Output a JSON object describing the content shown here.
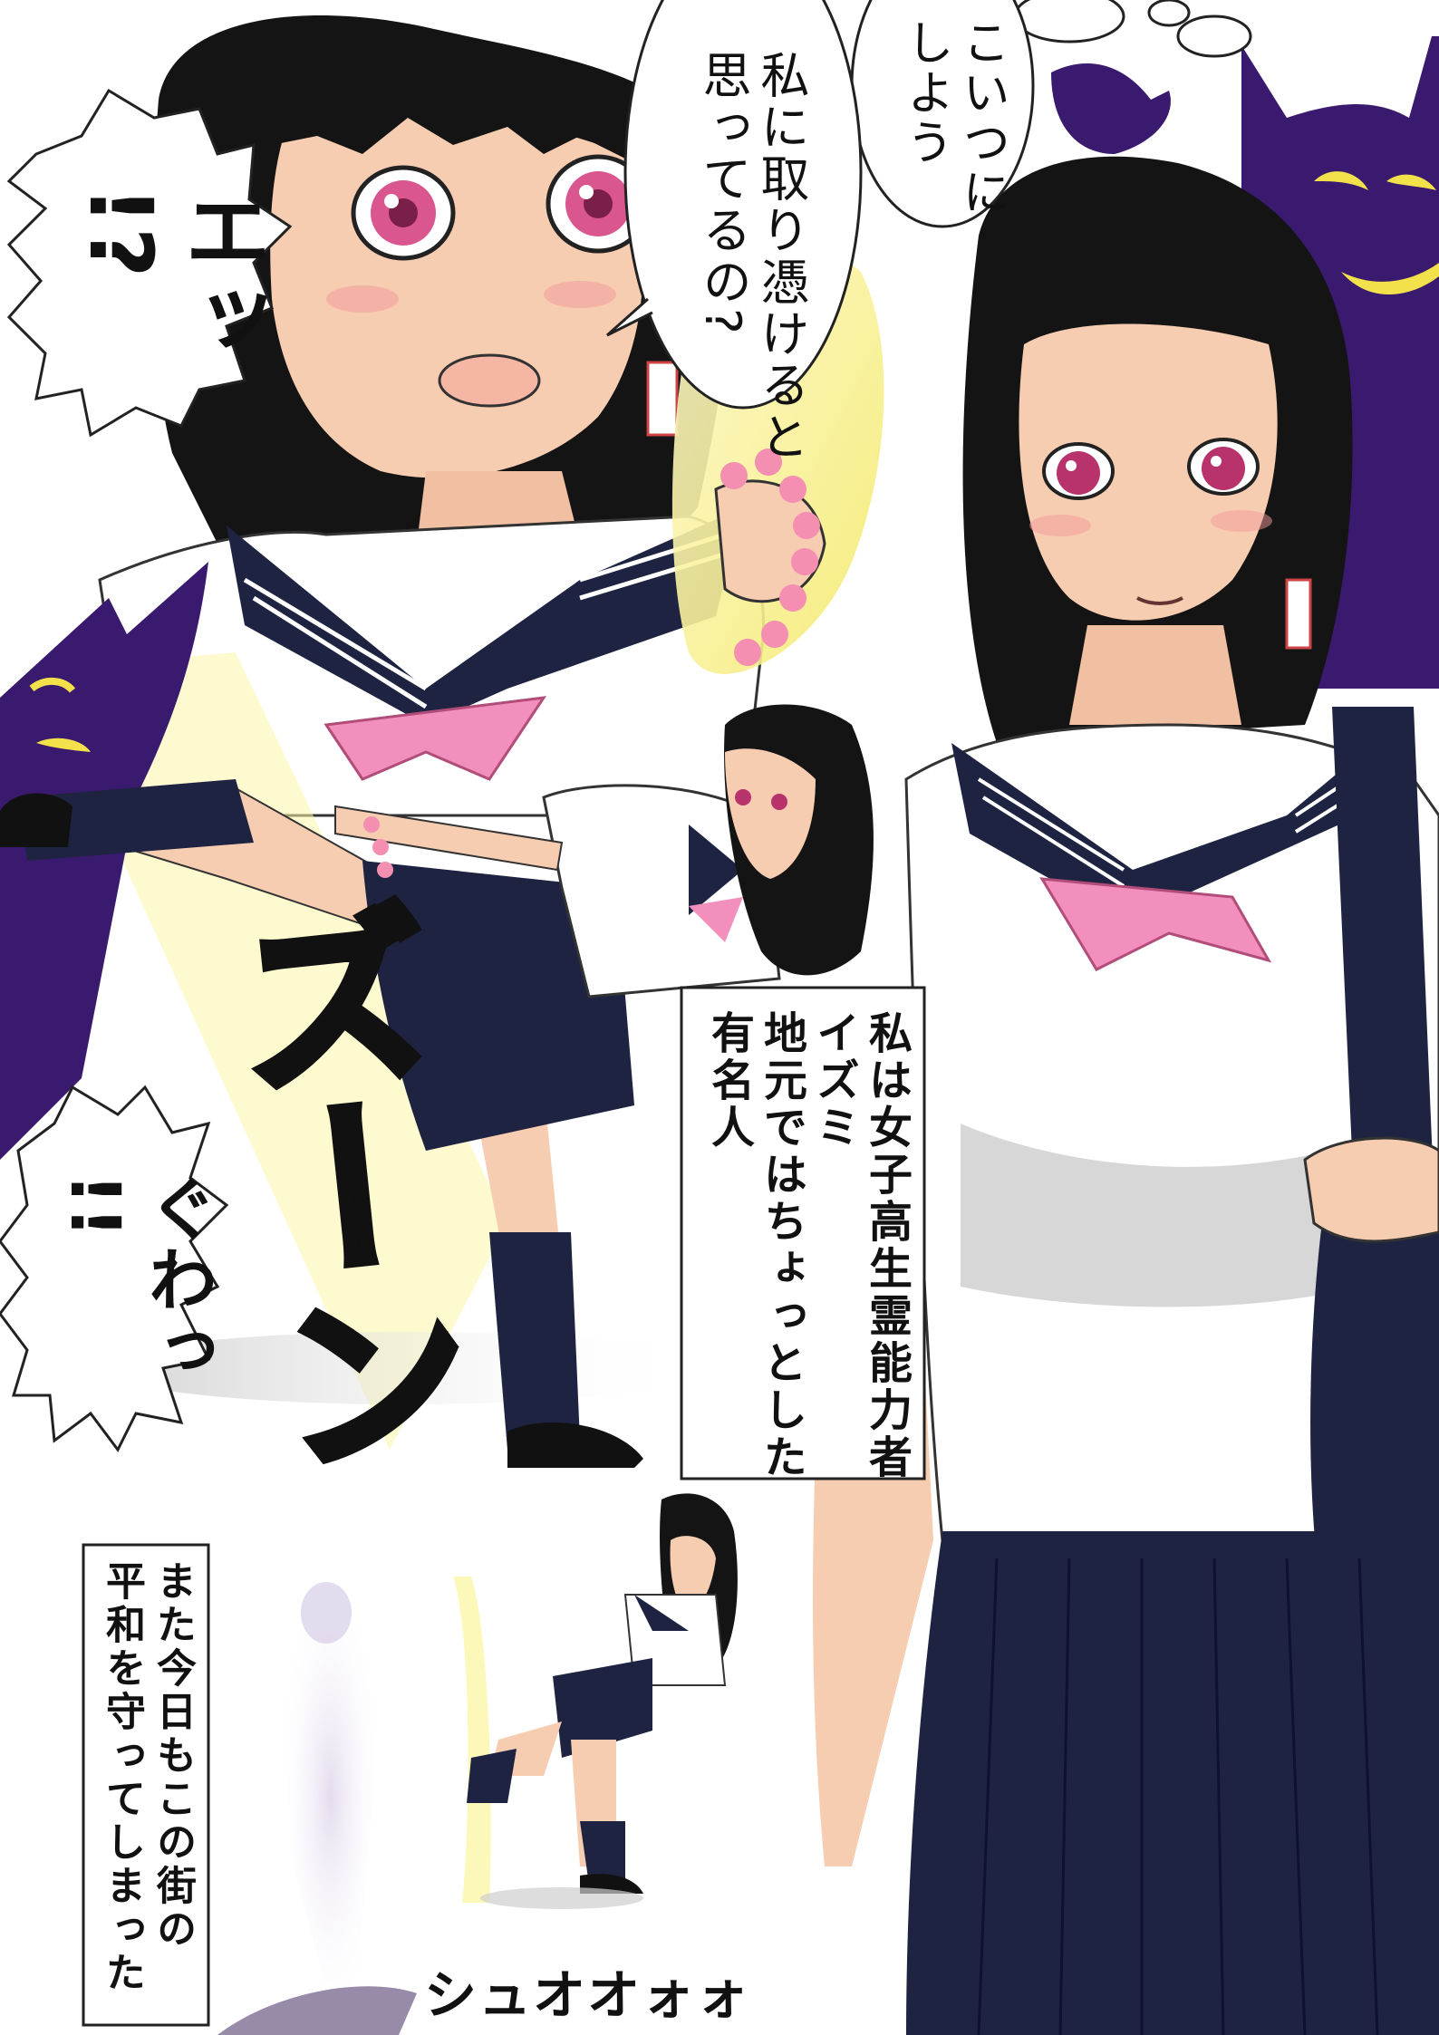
{
  "page": {
    "type": "manga-page",
    "palette": {
      "hair": "#141414",
      "skin": "#f7cdb2",
      "uniform_navy": "#1d2340",
      "scarf_pink": "#f28fbd",
      "ghost_purple": "#3a1a6e",
      "ghost_eyes": "#f2e14b",
      "aura_yellow": "#fbf6a8",
      "eye_pink": "#d9568e"
    }
  },
  "speech": {
    "thinking_ghost": "こいつに\nしよう",
    "girl_question": "私に取り憑けると\n思ってるの?",
    "ghost_shout": "エッ\n!?",
    "ghost_pain": "ぐわっ\n!!"
  },
  "sfx": {
    "impact": "ズーン",
    "vanish": "シュオオォォ"
  },
  "narration": {
    "intro": "私は女子高生霊能力者\nイズミ\n地元ではちょっとした\n有名人",
    "outro": "また今日もこの街の\n平和を守ってしまった"
  }
}
